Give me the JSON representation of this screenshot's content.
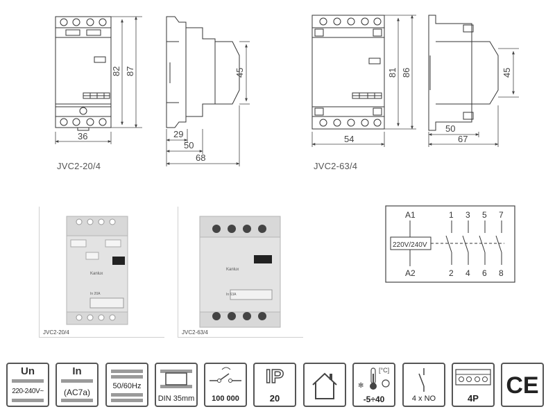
{
  "drawings": {
    "left": {
      "caption": "JVC2-20/4",
      "front_width": "36",
      "height_inner": "82",
      "height_outer": "87",
      "side_depth_inner": "29",
      "side_depth_mid": "50",
      "side_depth_outer": "68",
      "rail_height": "45"
    },
    "right": {
      "caption": "JVC2-63/4",
      "front_width": "54",
      "height_inner": "81",
      "height_outer": "86",
      "side_depth_mid": "50",
      "side_depth_outer": "67",
      "rail_height": "45"
    }
  },
  "photos": {
    "left_caption": "JVC2-20/4",
    "right_caption": "JVC2-63/4",
    "left_label": "In 20A",
    "right_label": "In 63A",
    "brand": "Kanlux"
  },
  "schematic": {
    "coil_top": "A1",
    "coil_bottom": "A2",
    "coil_voltage": "220V/240V",
    "top_terminals": [
      "1",
      "3",
      "5",
      "7"
    ],
    "bottom_terminals": [
      "2",
      "4",
      "6",
      "8"
    ]
  },
  "icons": {
    "un": {
      "head": "Un",
      "value": "220-240V~"
    },
    "in": {
      "head": "In",
      "value": "(AC7a)"
    },
    "freq": {
      "value": "50/60Hz"
    },
    "din": {
      "value": "DIN 35mm"
    },
    "cycles": {
      "value": "100 000"
    },
    "ip": {
      "head": "IP",
      "value": "20"
    },
    "house": {
      "name": "house-icon"
    },
    "temp": {
      "unit": "[°C]",
      "value": "-5÷40"
    },
    "contacts": {
      "value": "4 x NO"
    },
    "poles": {
      "value": "4P"
    },
    "ce": {
      "value": "CE"
    }
  },
  "colors": {
    "line": "#333333",
    "dim": "#444444",
    "bar": "#9a9a9a",
    "photo_body": "#dcdcdc"
  }
}
